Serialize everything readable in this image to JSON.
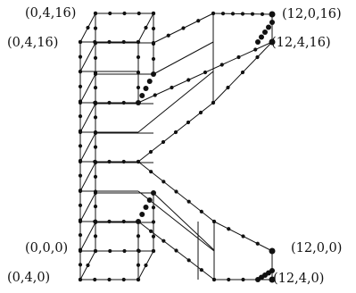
{
  "diagram": {
    "labels": {
      "top_back_left": "(0,4,16)",
      "top_front_left": "(0,4,16)",
      "top_back_right": "(12,0,16)",
      "top_front_right": "(12,4,16)",
      "bottom_back_left": "(0,0,0)",
      "bottom_front_left": "(0,4,0)",
      "bottom_back_right": "(12,0,0)",
      "bottom_front_right": "(12,4,0)"
    },
    "colors": {
      "line": "#111111",
      "dot": "#111111",
      "background": "#ffffff"
    }
  }
}
